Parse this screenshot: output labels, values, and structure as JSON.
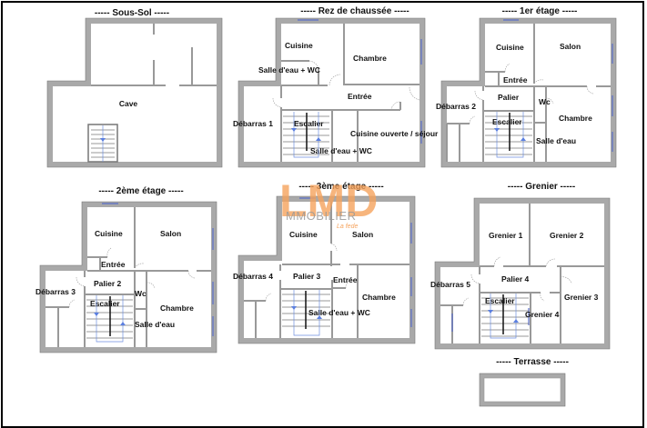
{
  "floors": {
    "sous_sol": {
      "title": "----- Sous-Sol -----",
      "rooms": [
        "Cave"
      ]
    },
    "rdc": {
      "title": "----- Rez de chaussée -----",
      "rooms": [
        "Cuisine",
        "Chambre",
        "Salle d'eau + WC",
        "Entrée",
        "Débarras 1",
        "Escalier",
        "Cuisine ouverte / séjour",
        "Salle d'eau + WC"
      ]
    },
    "etage1": {
      "title": "----- 1er étage -----",
      "rooms": [
        "Cuisine",
        "Salon",
        "Entrée",
        "Palier",
        "Wc",
        "Débarras 2",
        "Escalier",
        "Chambre",
        "Salle d'eau"
      ]
    },
    "etage2": {
      "title": "----- 2ème étage -----",
      "rooms": [
        "Cuisine",
        "Salon",
        "Entrée",
        "Palier 2",
        "Wc",
        "Débarras 3",
        "Escalier",
        "Chambre",
        "Salle d'eau"
      ]
    },
    "etage3": {
      "title": "----- 3ème étage -----",
      "rooms": [
        "Cuisine",
        "Salon",
        "Débarras 4",
        "Palier 3",
        "Entrée",
        "Chambre",
        "Salle d'eau + WC"
      ]
    },
    "grenier": {
      "title": "----- Grenier -----",
      "rooms": [
        "Grenier 1",
        "Grenier 2",
        "Palier 4",
        "Débarras 5",
        "Grenier 3",
        "Escalier",
        "Grenier 4"
      ]
    },
    "terrasse": {
      "title": "----- Terrasse -----"
    }
  },
  "watermark": {
    "logo": "LMD",
    "brand": "MMOBILIER",
    "tagline": "La fede"
  },
  "colors": {
    "wall": "#a9a9a9",
    "window": "#5a6ec8",
    "stair_arrow": "#5b7fe0",
    "watermark": "#f6a35d"
  }
}
